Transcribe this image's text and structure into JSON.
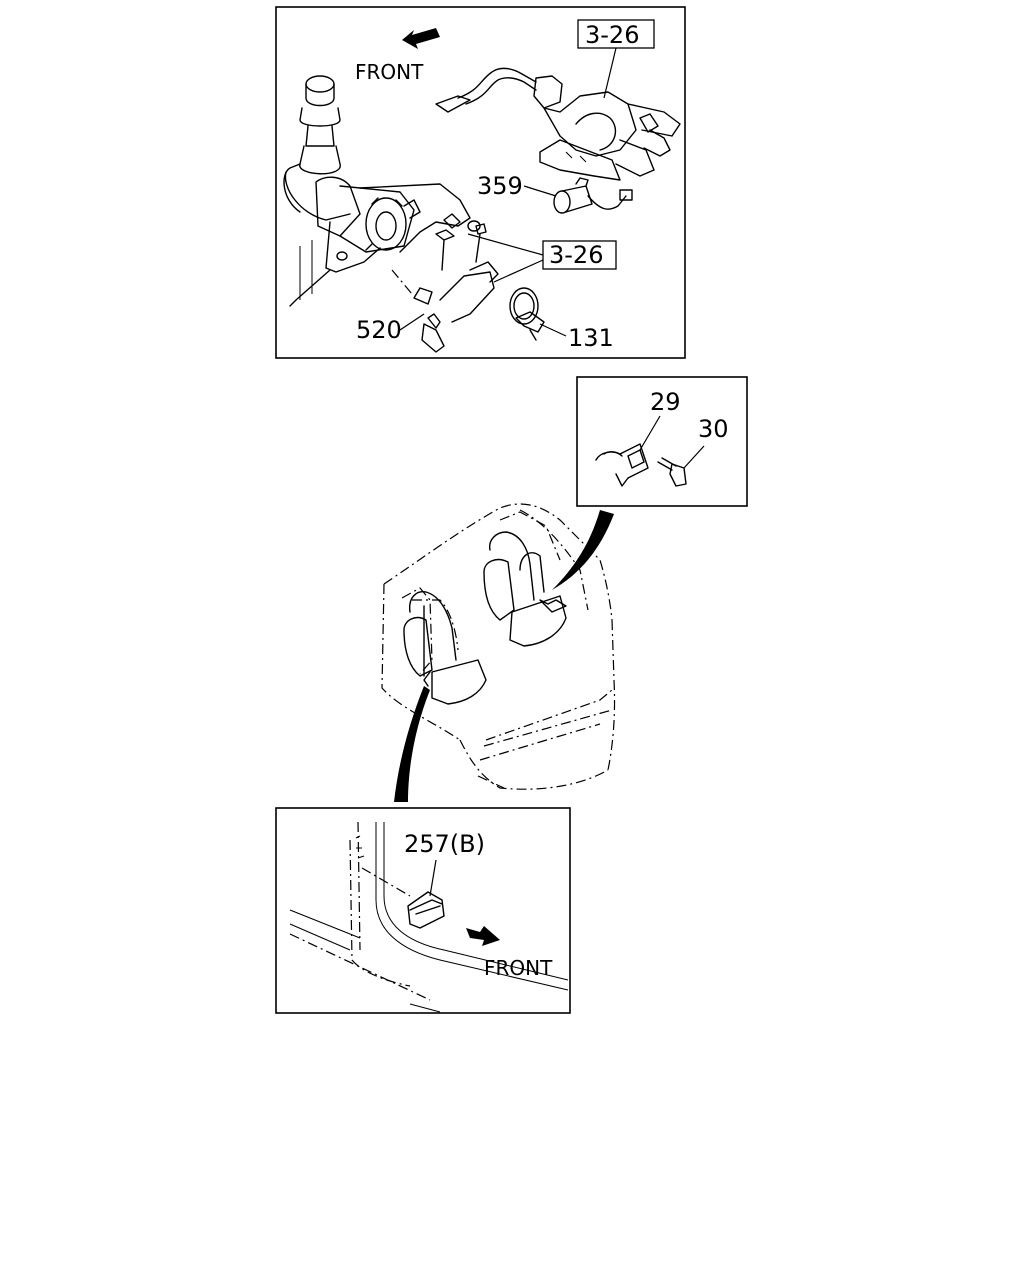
{
  "panels": {
    "top": {
      "front_label": "FRONT",
      "ref_top": "3-26",
      "ref_mid": "3-26",
      "part_359": "359",
      "part_520": "520",
      "part_131": "131"
    },
    "right": {
      "part_29": "29",
      "part_30": "30"
    },
    "bottom": {
      "part_257": "257(B)",
      "front_label": "FRONT"
    }
  }
}
